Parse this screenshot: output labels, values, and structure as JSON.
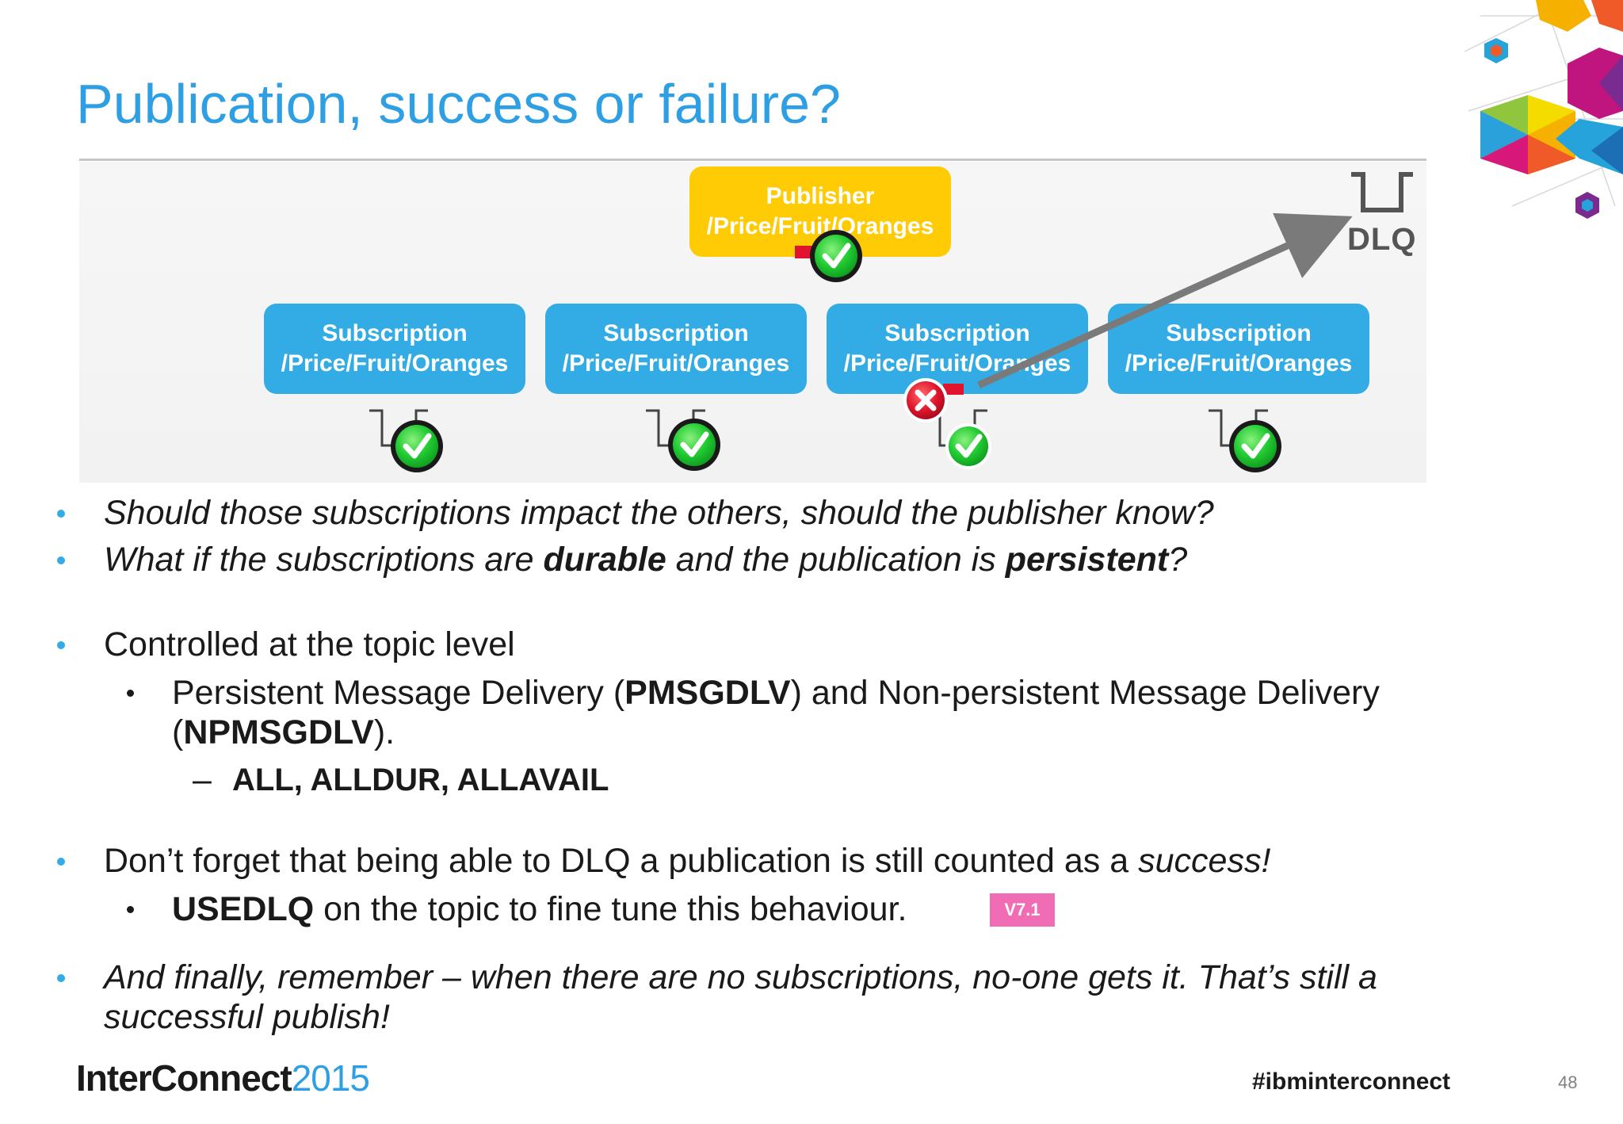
{
  "title": "Publication, success or failure?",
  "diagram": {
    "publisher": {
      "label": "Publisher",
      "topic": "/Price/Fruit/Oranges",
      "status": "success"
    },
    "subscriptions": [
      {
        "label": "Subscription",
        "topic": "/Price/Fruit/Oranges",
        "status": "success"
      },
      {
        "label": "Subscription",
        "topic": "/Price/Fruit/Oranges",
        "status": "success"
      },
      {
        "label": "Subscription",
        "topic": "/Price/Fruit/Oranges",
        "status": "failure-redirected-to-dlq"
      },
      {
        "label": "Subscription",
        "topic": "/Price/Fruit/Oranges",
        "status": "success"
      }
    ],
    "dlq_label": "DLQ",
    "icons": {
      "success": "check-icon",
      "failure": "x-icon",
      "queue": "queue-icon"
    },
    "colors": {
      "publisher": "#ffcb05",
      "subscription": "#33ace6",
      "title": "#2f9fe4",
      "success": "#22cc33",
      "failure": "#e0142c"
    }
  },
  "bullets": {
    "b1": "Should those subscriptions impact the others, should the publisher know?",
    "b2": {
      "t1": "What if the subscriptions are ",
      "t2": "durable",
      "t3": " and the publication is ",
      "t4": "persistent",
      "t5": "?"
    },
    "b3": "Controlled at the topic level",
    "b3_sub": {
      "t1": "Persistent Message Delivery (",
      "t2": "PMSGDLV",
      "t3": ") and Non-persistent Message Delivery",
      "t4": "(",
      "t5": "NPMSGDLV",
      "t6": ")."
    },
    "b3_subsub": "ALL, ALLDUR, ALLAVAIL",
    "b4": {
      "t1": "Don’t forget that being able to DLQ a publication is still counted as a ",
      "t2": "success!"
    },
    "b4_sub": {
      "t1": "USEDLQ",
      "t2": " on the topic to fine tune this behaviour."
    },
    "version_badge": "V7.1",
    "b5": {
      "line1": "And finally, remember – when there are no subscriptions, no-one gets it. That’s still a",
      "line2": "successful publish!"
    }
  },
  "footer": {
    "brand": "InterConnect",
    "year": "2015",
    "hashtag": "#ibminterconnect",
    "page_number": "48"
  }
}
